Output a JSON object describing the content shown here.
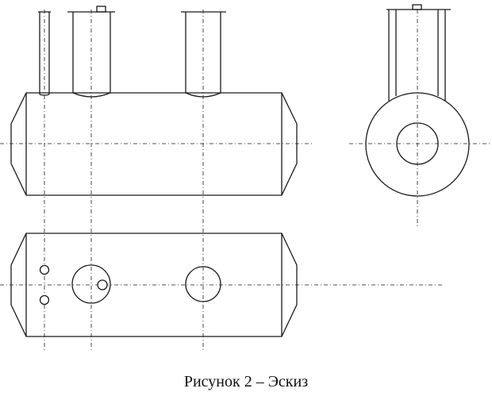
{
  "figure": {
    "caption": "Рисунок 2 – Эскиз"
  },
  "views": [
    {
      "name": "front-view",
      "parts": [
        "tank-body",
        "nozzle-small",
        "nozzle-large-left",
        "nozzle-large-right"
      ]
    },
    {
      "name": "side-view",
      "parts": [
        "tank-circle",
        "inner-circle",
        "nozzle-pipe"
      ]
    },
    {
      "name": "top-view",
      "parts": [
        "tank-outline",
        "hole-small-top",
        "hole-small-bottom",
        "hole-large-left",
        "hole-large-right",
        "hole-inner"
      ]
    }
  ],
  "style": {
    "line_color": "#1a1a1a",
    "background": "#ffffff"
  }
}
